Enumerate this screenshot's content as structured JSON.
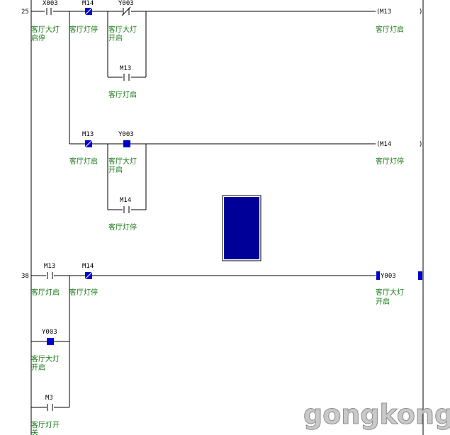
{
  "steps": {
    "s25": "25",
    "s38": "38"
  },
  "rung1": {
    "x003": {
      "dev": "X003",
      "comment": [
        "客厅大灯",
        "启停"
      ]
    },
    "m14": {
      "dev": "M14",
      "comment": [
        "客厅灯停"
      ]
    },
    "y003": {
      "dev": "Y003",
      "comment": [
        "客厅大灯",
        "开启"
      ]
    },
    "m13_hold": {
      "dev": "M13",
      "comment": [
        "客厅灯启"
      ]
    },
    "coil": {
      "dev": "M13",
      "comment": [
        "客厅灯启"
      ]
    }
  },
  "rung2": {
    "m13": {
      "dev": "M13",
      "comment": [
        "客厅灯启"
      ]
    },
    "y003": {
      "dev": "Y003",
      "comment": [
        "客厅大灯",
        "开启"
      ]
    },
    "m14_hold": {
      "dev": "M14",
      "comment": [
        "客厅灯停"
      ]
    },
    "coil": {
      "dev": "M14",
      "comment": [
        "客厅灯停"
      ]
    }
  },
  "rung3": {
    "m13": {
      "dev": "M13",
      "comment": [
        "客厅灯启"
      ]
    },
    "m14": {
      "dev": "M14",
      "comment": [
        "客厅灯停"
      ]
    },
    "y003": {
      "dev": "Y003",
      "comment": [
        "客厅大灯",
        "开启"
      ]
    },
    "m3": {
      "dev": "M3",
      "comment": [
        "客厅灯开",
        "关"
      ]
    },
    "coil": {
      "dev": "Y003",
      "comment": [
        "客厅大灯",
        "开启"
      ]
    }
  },
  "watermark": "gongkong",
  "colors": {
    "rail": "#000000",
    "active": "#0000cc",
    "comment": "#1a7a1a",
    "cursor": "#000099"
  }
}
